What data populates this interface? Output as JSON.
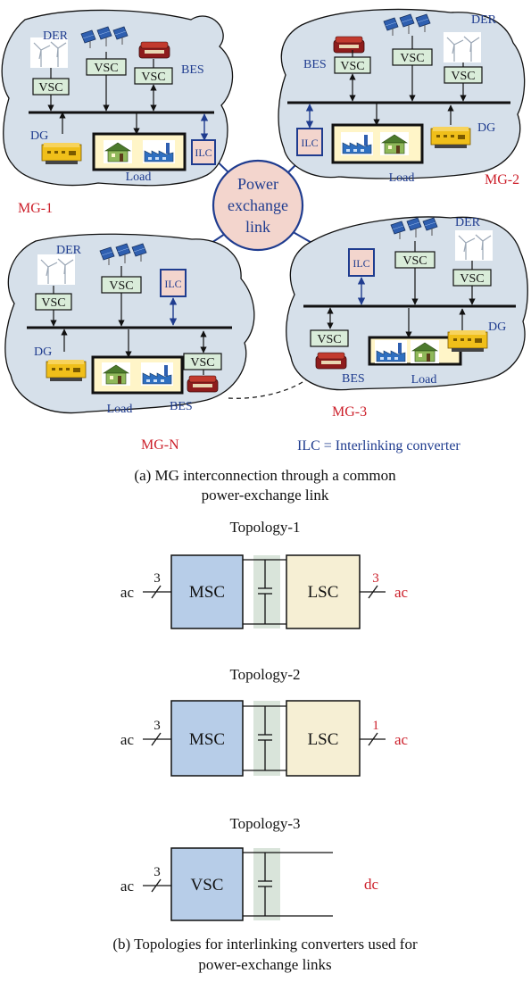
{
  "panel_a": {
    "hub_lines": [
      "Power",
      "exchange",
      "link"
    ],
    "mg1": {
      "name": "MG-1",
      "der": "DER",
      "bes": "BES",
      "dg": "DG",
      "load": "Load",
      "vsc": "VSC",
      "ilc": "ILC"
    },
    "mg2": {
      "name": "MG-2",
      "der": "DER",
      "bes": "BES",
      "dg": "DG",
      "load": "Load",
      "vsc": "VSC",
      "ilc": "ILC"
    },
    "mgn": {
      "name": "MG-N",
      "der": "DER",
      "bes": "BES",
      "dg": "DG",
      "load": "Load",
      "vsc": "VSC",
      "ilc": "ILC"
    },
    "mg3": {
      "name": "MG-3",
      "der": "DER",
      "bes": "BES",
      "dg": "DG",
      "load": "Load",
      "vsc": "VSC",
      "ilc": "ILC"
    },
    "legend": "ILC = Interlinking converter",
    "caption_line1": "(a) MG interconnection through a common",
    "caption_line2": "power-exchange link"
  },
  "panel_b": {
    "topologies": [
      {
        "title": "Topology-1",
        "left_port": "ac",
        "left_phases": "3",
        "block1": "MSC",
        "block2": "LSC",
        "right_port": "ac",
        "right_phases": "3"
      },
      {
        "title": "Topology-2",
        "left_port": "ac",
        "left_phases": "3",
        "block1": "MSC",
        "block2": "LSC",
        "right_port": "ac",
        "right_phases": "1"
      },
      {
        "title": "Topology-3",
        "left_port": "ac",
        "left_phases": "3",
        "block1": "VSC",
        "right_port": "dc"
      }
    ],
    "caption_line1": "(b) Topologies for interlinking converters used for",
    "caption_line2": "power-exchange links"
  },
  "colors": {
    "cloud_fill": "#d6e0ea",
    "vsc_fill": "#d9ecd9",
    "ilc_fill": "#f3d5cd",
    "hub_fill": "#f3d5cd",
    "line_blue": "#1f3c8f",
    "mg_red": "#cc1f2a",
    "msc_fill": "#b7cde8",
    "lsc_fill": "#f6efd4",
    "cap_band": "#d9e4da",
    "dg_yellow": "#f0bf1a"
  },
  "icons": [
    "wind-turbine-icon",
    "solar-panel-icon",
    "battery-icon",
    "generator-icon",
    "house-icon",
    "factory-icon"
  ]
}
